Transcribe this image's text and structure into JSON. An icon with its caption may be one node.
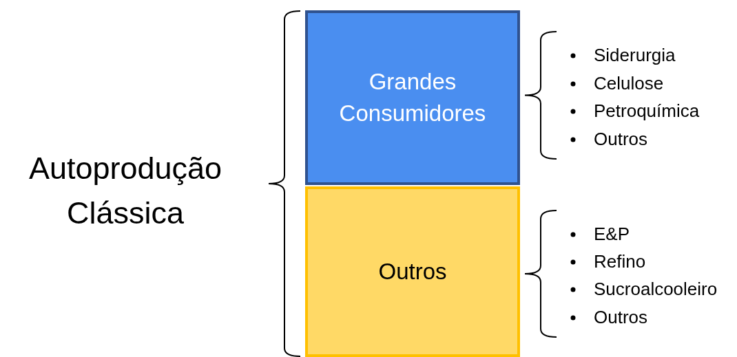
{
  "diagram": {
    "nodes": [
      {
        "text": [
          "Grandes Consumidores"
        ]
      },
      {
        "text": [
          "Outros"
        ]
      }
    ],
    "labels": [
      "Autoprodução Clássica",
      "Siderurgia",
      "Celulose",
      "Petroquímica",
      "Outros",
      "E&P",
      "Refino",
      "Sucroalcooleiro",
      "Outros"
    ]
  }
}
